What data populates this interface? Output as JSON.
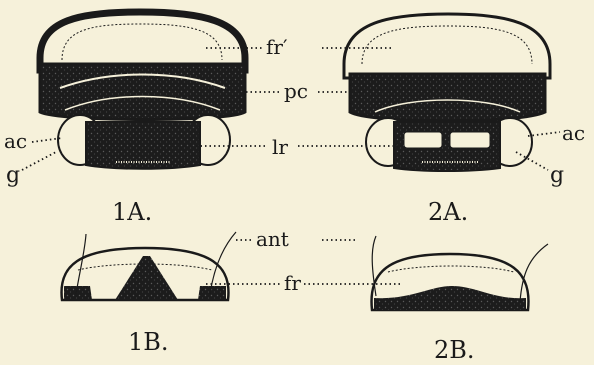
{
  "labels": {
    "fr_prime": "fr′",
    "pc": "pc",
    "ac_left": "ac",
    "ac_right": "ac",
    "lr": "lr",
    "g_left": "g",
    "g_right": "g",
    "ant": "ant",
    "fr": "fr"
  },
  "captions": {
    "fig1a": "1A.",
    "fig2a": "2A.",
    "fig1b": "1B.",
    "fig2b": "2B."
  },
  "colors": {
    "paper": "#f6f1da",
    "ink": "#1a1a1a"
  }
}
